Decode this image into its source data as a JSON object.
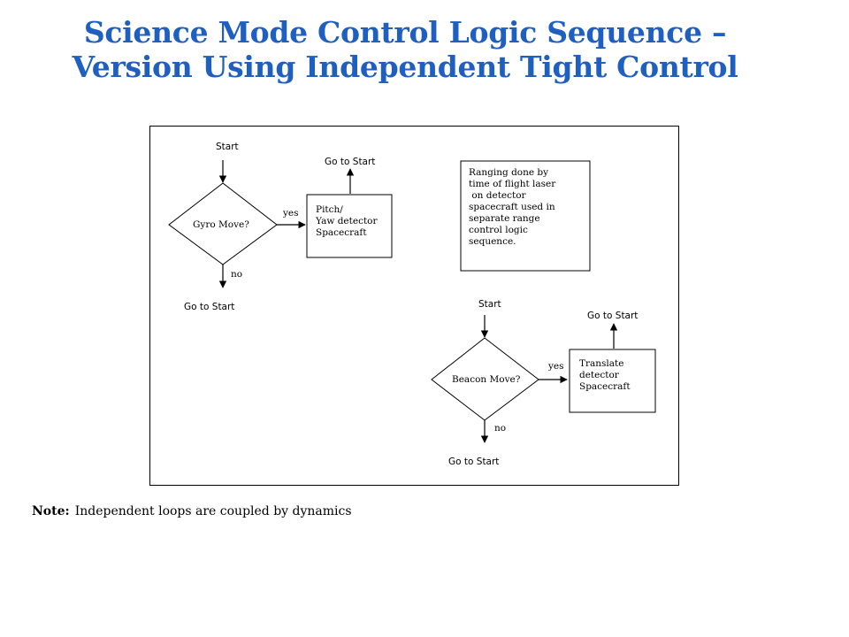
{
  "title": {
    "line1": "Science Mode Control Logic Sequence –",
    "line2": "Version Using Independent Tight Control"
  },
  "diagram": {
    "gyro_loop": {
      "start": "Start",
      "decision": "Gyro Move?",
      "yes": "yes",
      "no": "no",
      "action": "Pitch/\nYaw detector\nSpacecraft",
      "goto_action": "Go to Start",
      "goto_no": "Go to Start"
    },
    "ranging_note": "Ranging done by\ntime of flight laser\n on detector\nspacecraft used in\nseparate range\ncontrol logic\nsequence.",
    "beacon_loop": {
      "start": "Start",
      "decision": "Beacon Move?",
      "yes": "yes",
      "no": "no",
      "action": "Translate\ndetector\nSpacecraft",
      "goto_action": "Go to Start",
      "goto_no": "Go to Start"
    }
  },
  "note": {
    "label": "Note:",
    "text": "Independent loops are coupled by dynamics"
  }
}
